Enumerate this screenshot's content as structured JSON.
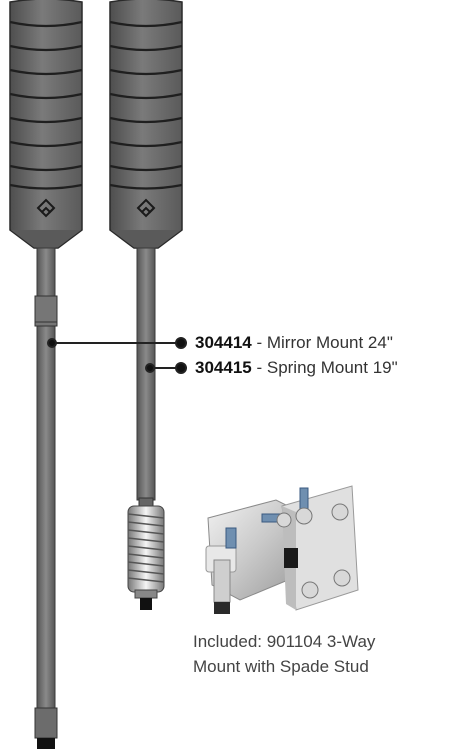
{
  "callouts": [
    {
      "code": "304414",
      "description": "- Mirror Mount 24\""
    },
    {
      "code": "304415",
      "description": "- Spring Mount 19\""
    }
  ],
  "caption": {
    "line1": "Included: 901104 3-Way",
    "line2": "Mount with Spade Stud"
  },
  "colors": {
    "antenna_body": "#6e6e6e",
    "antenna_ring": "#2a2a2a",
    "mast": "#6a6a6a",
    "callout_line": "#222222"
  },
  "icons": [
    "antenna-logo-icon",
    "antenna-logo-icon"
  ]
}
